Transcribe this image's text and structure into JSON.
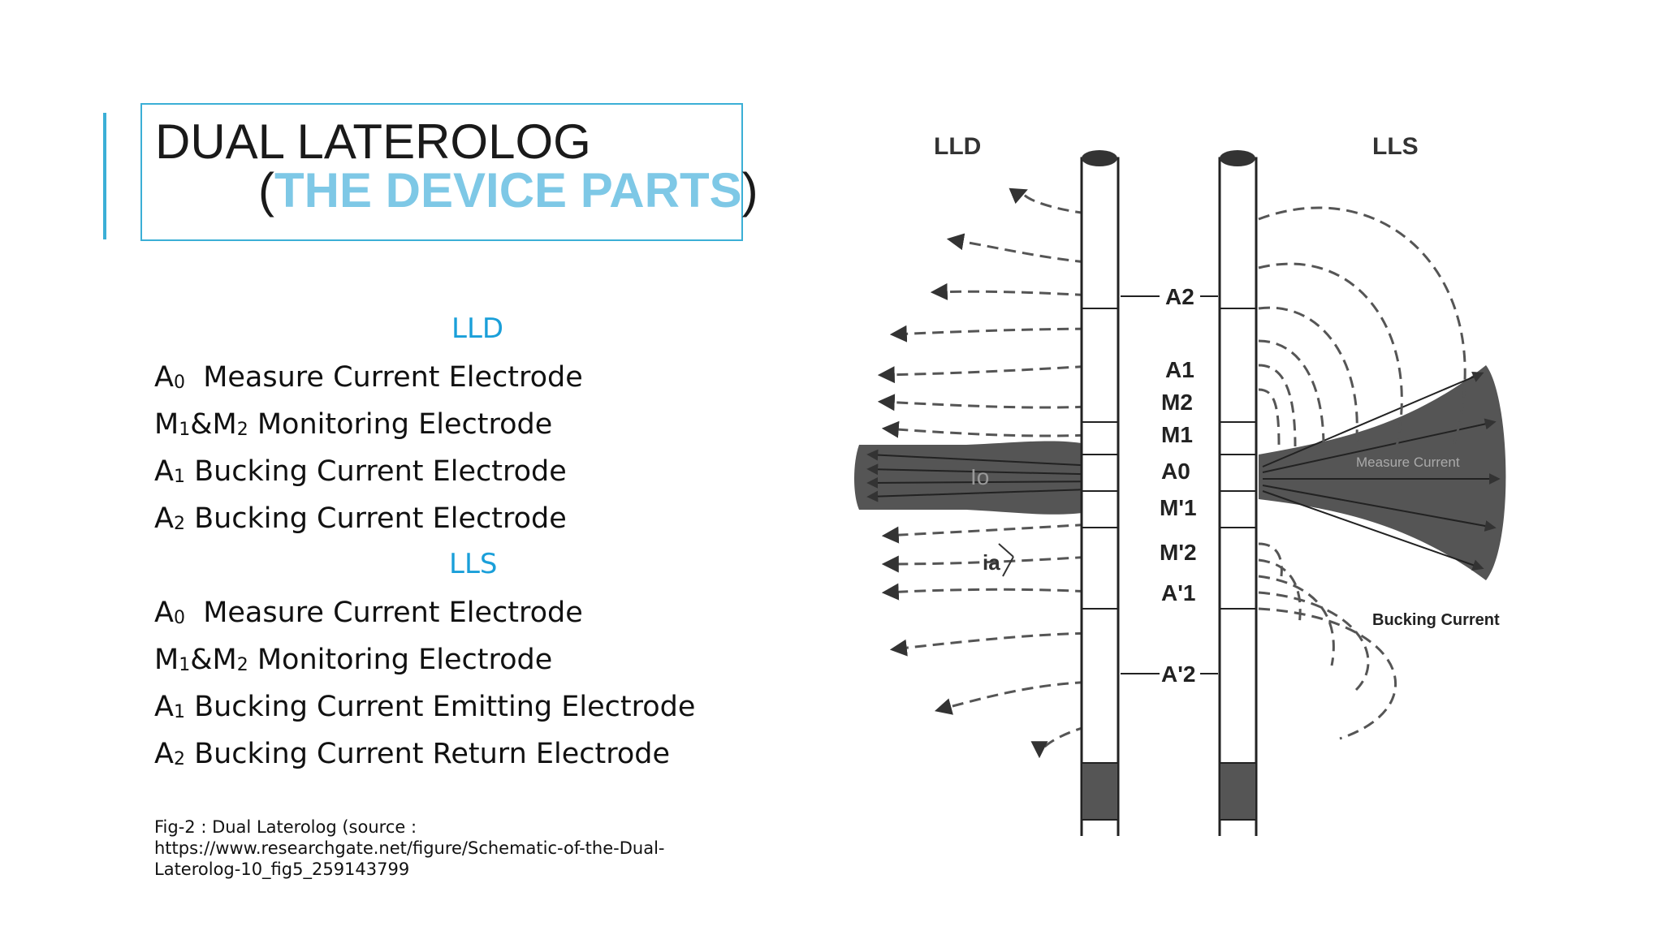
{
  "title": {
    "line1": "DUAL LATEROLOG",
    "line2_open": "(",
    "line2_accent": "THE DEVICE PARTS",
    "line2_close": ")"
  },
  "colors": {
    "accent_bar": "#3bafd6",
    "title_accent": "#7ec8e6",
    "section_heading": "#1a9fd9"
  },
  "lld": {
    "heading": "LLD",
    "items": [
      {
        "sym": "A",
        "sub": "0",
        "text": "  Measure Current Electrode"
      },
      {
        "sym": "M",
        "sub": "1",
        "mid": "&M",
        "sub2": "2",
        "text": " Monitoring Electrode"
      },
      {
        "sym": "A",
        "sub": "1",
        "text": " Bucking Current Electrode"
      },
      {
        "sym": "A",
        "sub": "2",
        "text": " Bucking Current Electrode"
      }
    ]
  },
  "lls": {
    "heading": "LLS",
    "items": [
      {
        "sym": "A",
        "sub": "0",
        "text": "  Measure Current Electrode"
      },
      {
        "sym": "M",
        "sub": "1",
        "mid": "&M",
        "sub2": "2",
        "text": " Monitoring Electrode"
      },
      {
        "sym": "A",
        "sub": "1",
        "text": " Bucking Current Emitting Electrode"
      },
      {
        "sym": "A",
        "sub": "2",
        "text": " Bucking Current Return Electrode"
      }
    ]
  },
  "caption": {
    "line1": "Fig-2 : Dual Laterolog (source :",
    "line2": "https://www.researchgate.net/figure/Schematic-of-the-Dual-",
    "line3": "Laterolog-10_fig5_259143799"
  },
  "diagram": {
    "label_lld": "LLD",
    "label_lls": "LLS",
    "label_a2": "A2",
    "label_a1": "A1",
    "label_m2": "M2",
    "label_m1": "M1",
    "label_a0": "A0",
    "label_m1p": "M'1",
    "label_m2p": "M'2",
    "label_a1p": "A'1",
    "label_a2p": "A'2",
    "label_io": "Io",
    "label_ia": "ia",
    "label_measure_current": "Measure Current",
    "label_bucking_current": "Bucking Current"
  }
}
